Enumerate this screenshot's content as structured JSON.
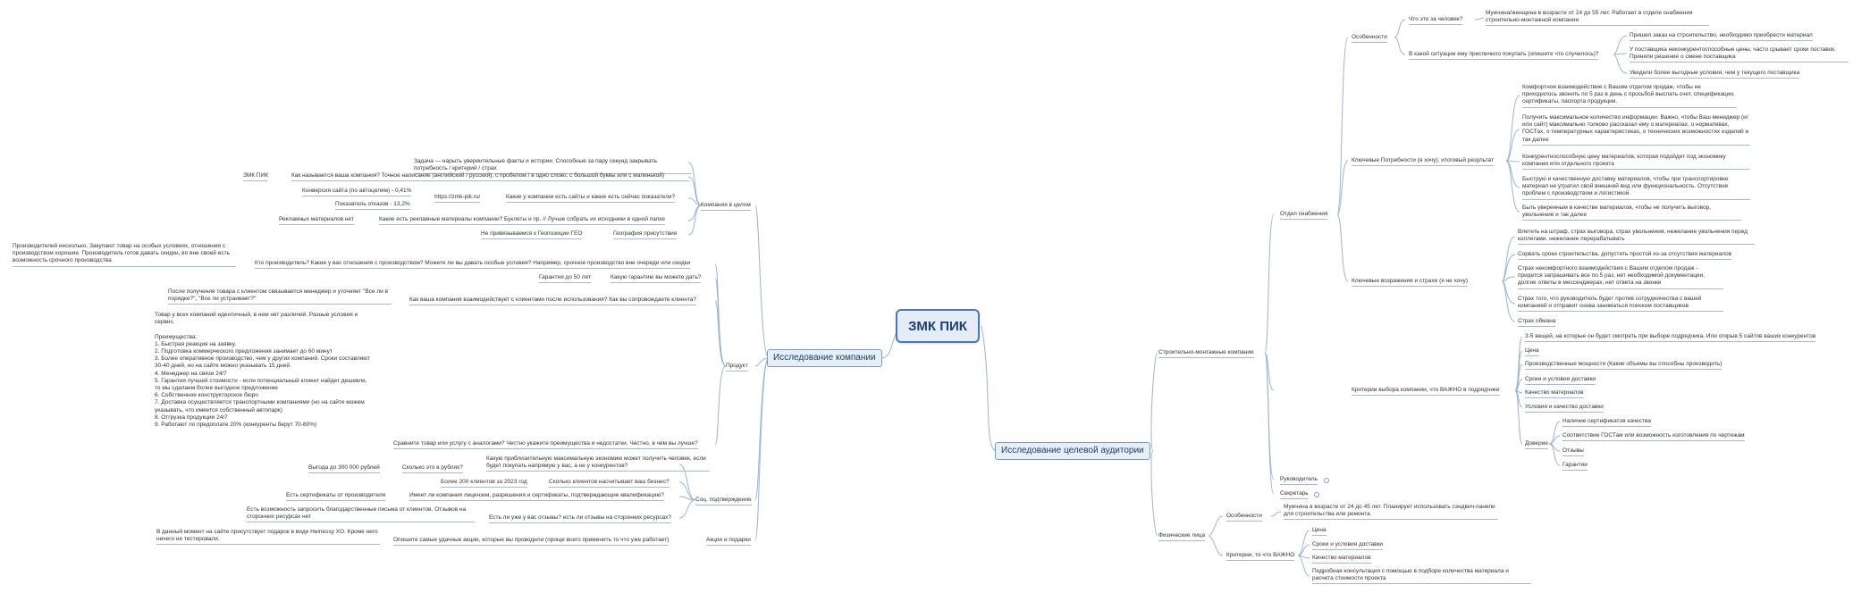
{
  "root": "ЗМК ПИК",
  "company": {
    "title": "Исследование компании",
    "general": {
      "title": "Компания в целом",
      "task": "Задача — нарыть увереительные факты и истории. Способные за пару секунд закрывать потребность / критерий / страх",
      "name_q": "Как называется ваша компания? Точное написание (английский / русский), с пробелом / в одно слово, с большой буквы или с маленькой)",
      "name_a": "ЗМК ПИК",
      "sites_q": "Какие у компании есть сайты и какие есть сейчас показатели?",
      "site": "https://zmk-pik.ru/",
      "conversion": "Конверсия сайта (по автоцелям) - 0,41%",
      "bounce": "Показатель отказов - 13,2%",
      "ads_q": "Какие есть рекламные материалы компании? Буклеты и пр. // Лучше собрать их исходники в одной папке",
      "ads_a": "Рекламных материалов нет",
      "geo": "География присутствия",
      "geo_a": "Не привязываемся к Геопозиции ГЕО"
    },
    "product": {
      "title": "Продукт",
      "producer_q": "Кто производитель? Какие у вас отношения с производством? Можете ли вы давать особые условия? Например, срочное производство вне очереди или скидки",
      "producer_a": "Производителей несколько. Закупают товар на особых условиях, отношения с производством хорошие. Производитель готов давать скидки, во вне своей есть возможность срочного производства",
      "warranty_q": "Какую гарантию вы можете дать?",
      "warranty_a": "Гарантия до 50 лет",
      "interaction_q": "Как ваша компания взаимодействует с клиентами после использования? Как вы сопровождаете клиента?",
      "interaction_a": "После получения товара с клиентом связывается менеджер и уточняет \"Все ли в порядке?\", \"Все ли устраивает?\"",
      "compare_q": "Сравните товар или услугу с аналогами? Честно укажите преимущества и недостатки. Честно, в чем вы лучше?",
      "compare_a": "Товар у всех компаний идентичный, в нем нет различий. Разные условия и сервис.\n\nПреимущества:\n1. Быстрая реакция на заявку.\n2. Подготовка коммерческого предложения занимает до 60 минут\n3. Более оперативное производство, чем у других компаний. Сроки составляют 30-40 дней, но на сайте можно указывать 15 дней.\n4. Менеджер на связи 24/7\n5. Гарантия лучшей стоимости - если потенциальный клиент найдет дешевле, то мы сделаем более выгодное предложение\n6. Собственное конструкторское бюро\n7. Доставка осуществляется транспортными компаниями (но на сайте можем указывать, что имеется собственный автопарк)\n8. Отгрузка продукции 24/7\n9. Работают по предоплате 20% (конкуренты берут 70-80%)"
    },
    "social": {
      "title": "Соц. подтверждение",
      "savings_q": "Какую приблизительную максимальную экономию может получить человек, если будет покупать напрямую у вас, а не у конкурентов?",
      "savings_sub": "Сколько это в рублях?",
      "savings_a": "Выгода до 300 000 рублей",
      "clients_q": "Сколько клиентов насчитывает ваш бизнес?",
      "clients_a": "Более 200 клиентов за 2023 год",
      "licenses_q": "Имеет ли компания лицензии, разрешения и сертификаты, подтверждающие квалификацию?",
      "licenses_a": "Есть сертификаты от производителя",
      "reviews_q": "Есть ли уже у вас отзывы? есть ли отзывы на сторонних ресурсах?",
      "reviews_a": "Есть возможность запросить благодарственные письма от клиентов. Отзывов на сторонних ресурсах нет"
    },
    "promo": {
      "title": "Акции и подарки",
      "q": "Опишите самые удачные акции, которые вы проводили (проще всего применить то что уже работает)",
      "a": "В данный момент на сайте присутствует подарок в виде Heinessy XO. Кроме него ничего не тестировали."
    }
  },
  "audience": {
    "title": "Исследование целевой аудитории",
    "construction": {
      "title": "Строительно-монтажные компании",
      "supply": {
        "title": "Отдел снабжения",
        "features": {
          "title": "Особенности",
          "who_q": "Что это за человек?",
          "who_a": "Мужчина/женщина в возрасте от 24 до 55 лет. Работает в отделе снабжения строительно-монтажной компании",
          "situation_q": "В какой ситуации ему приспичило покупать (опишите что случилось)?",
          "situations": [
            "Пришел заказ на строительство, необходимо приобрести материал",
            "У поставщика неконкурентоспособные цены, часто срывает сроки поставок. Приняли решение о смене поставщика",
            "Увидели более выгодные условия, чем у текущего поставщика"
          ]
        },
        "needs": {
          "title": "Ключевые Потребности (я хочу), итоговый результат",
          "items": [
            "Комфортное взаимодействие с Вашим отделом продаж, чтобы не приходилось звонить по 5 раз в день с просьбой выслать счет, спецификации, сертификаты, паспорта продукции.",
            "Получить максимальное количество информации. Важно, чтобы Ваш менеджер (и/или сайт) максимально толково рассказал ему о материалах, о нормативах, ГОСТах, о температурных характеристиках, о технических возможностях изделий и так далее",
            "Конкурентноспособную цену материалов, которая подойдет под экономику компании или отдельного проекта",
            "Быструю и качественную доставку материалов, чтобы при транспортировке материал не утратил свой внешний вид или функциональность. Отсутствие проблем с производством и логистикой.",
            "Быть уверенным в качестве материалов, чтобы не получить выговор, увольнение и так далее"
          ]
        },
        "fears": {
          "title": "Ключевые возражения и страхи (я не хочу)",
          "items": [
            "Влететь на штраф, страх выговора, страх увольнения, нежелание увольнения перед коллегами, нежелание перерабатывать",
            "Сорвать сроки строительства, допустить простой из-за отсутствия материалов",
            "Страх некомфортного взаимодействия с Вашим отделом продаж - придется запрашивать все по 5 раз, нет необходимой документации, долгие ответы в мессенджерах, нет ответа на звонки",
            "Страх того, что руководитель будет против сотрудничества с вашей компанией и отправит снова заниматься поиском поставщиков",
            "Страх обмана"
          ]
        }
      },
      "criteria": {
        "title": "Критерии выбора компании, что ВАЖНО в подрядчике",
        "items": [
          "3-5 вещей, на которые он будет смотреть при выборе подрядчика. Или открыв 5 сайтов ваших конкурентов",
          "Цена",
          "Производственные мощности (Какие объемы вы способны производить)",
          "Сроки и условия доставки",
          "Качество материалов",
          "Условия и качество доставки"
        ],
        "trust": "Доверие",
        "trust_items": [
          "Наличие сертификатов качества",
          "Соответствие ГОСТам или возможность изготовления по чертежам",
          "Отзывы",
          "Гарантии"
        ]
      },
      "head": "Руководитель",
      "secretary": "Секретарь"
    },
    "individuals": {
      "title": "Физические лица",
      "features": "Особенности",
      "features_a": "Мужчина в возрасте от 24 до 45 лет. Планирует использовать сэндвич-панели для строительства или ремонта",
      "criteria": "Критерии, то что ВАЖНО",
      "criteria_items": [
        "Цена",
        "Сроки и условия доставки",
        "Качество материалов",
        "Подробная консультация с помощью в подборе количества материала и расчета стоимости проекта"
      ]
    }
  }
}
